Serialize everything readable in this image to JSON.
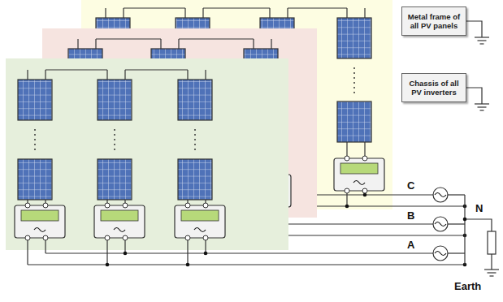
{
  "diagram": {
    "nodes": [
      {
        "text": [
          "Metal frame of all PV panels"
        ]
      },
      {
        "text": [
          "Chassis of all PV inverters"
        ]
      }
    ],
    "labels": [
      "C",
      "B",
      "A",
      "N",
      "Earth"
    ]
  }
}
